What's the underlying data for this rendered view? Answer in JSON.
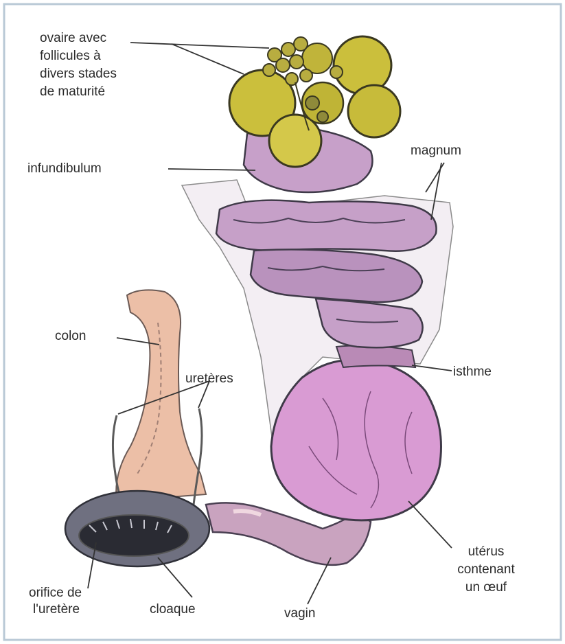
{
  "labels": {
    "ovaire_1": "ovaire avec",
    "ovaire_2": "follicules à",
    "ovaire_3": "divers stades",
    "ovaire_4": "de maturité",
    "infundibulum": "infundibulum",
    "magnum": "magnum",
    "colon": "colon",
    "ureteres": "uretères",
    "isthme": "isthme",
    "uterus_1": "utérus",
    "uterus_2": "contenant",
    "uterus_3": "un œuf",
    "orifice_1": "orifice de",
    "orifice_2": "l'uretère",
    "cloaque": "cloaque",
    "vagin": "vagin"
  },
  "colors": {
    "frame": "#b9c9d6",
    "ovary_follicle": "#c9bf3a",
    "ovary_follicle_dark": "#7a7420",
    "oviduct": "#c9a0c8",
    "oviduct_dark": "#5a4a5e",
    "uterus": "#d79ad0",
    "colon": "#e8b39a",
    "line": "#333333"
  }
}
